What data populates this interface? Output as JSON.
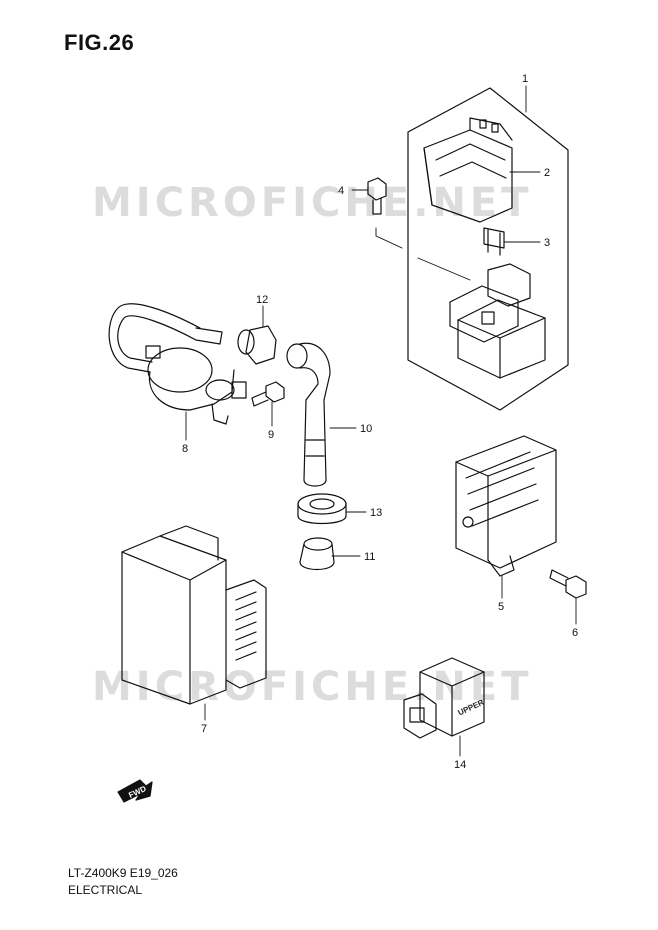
{
  "figure": {
    "title": "FIG.26"
  },
  "watermark": "MICROFICHE.NET",
  "footer": {
    "code": "LT-Z400K9 E19_026",
    "section": "ELECTRICAL"
  },
  "callouts": [
    {
      "id": "part-1-callout",
      "label": "1"
    },
    {
      "id": "part-2-callout",
      "label": "2"
    },
    {
      "id": "part-3-callout",
      "label": "3"
    },
    {
      "id": "part-4-callout",
      "label": "4"
    },
    {
      "id": "part-5-callout",
      "label": "5"
    },
    {
      "id": "part-6-callout",
      "label": "6"
    },
    {
      "id": "part-7-callout",
      "label": "7"
    },
    {
      "id": "part-8-callout",
      "label": "8"
    },
    {
      "id": "part-9-callout",
      "label": "9"
    },
    {
      "id": "part-10-callout",
      "label": "10"
    },
    {
      "id": "part-11-callout",
      "label": "11"
    },
    {
      "id": "part-12-callout",
      "label": "12"
    },
    {
      "id": "part-13-callout",
      "label": "13"
    },
    {
      "id": "part-14-callout",
      "label": "14"
    }
  ],
  "markings": {
    "forward_arrow": "FWD",
    "connector_label": "UPPER"
  },
  "colors": {
    "line": "#111111",
    "watermark": "#dcdcdc",
    "background": "#ffffff"
  }
}
